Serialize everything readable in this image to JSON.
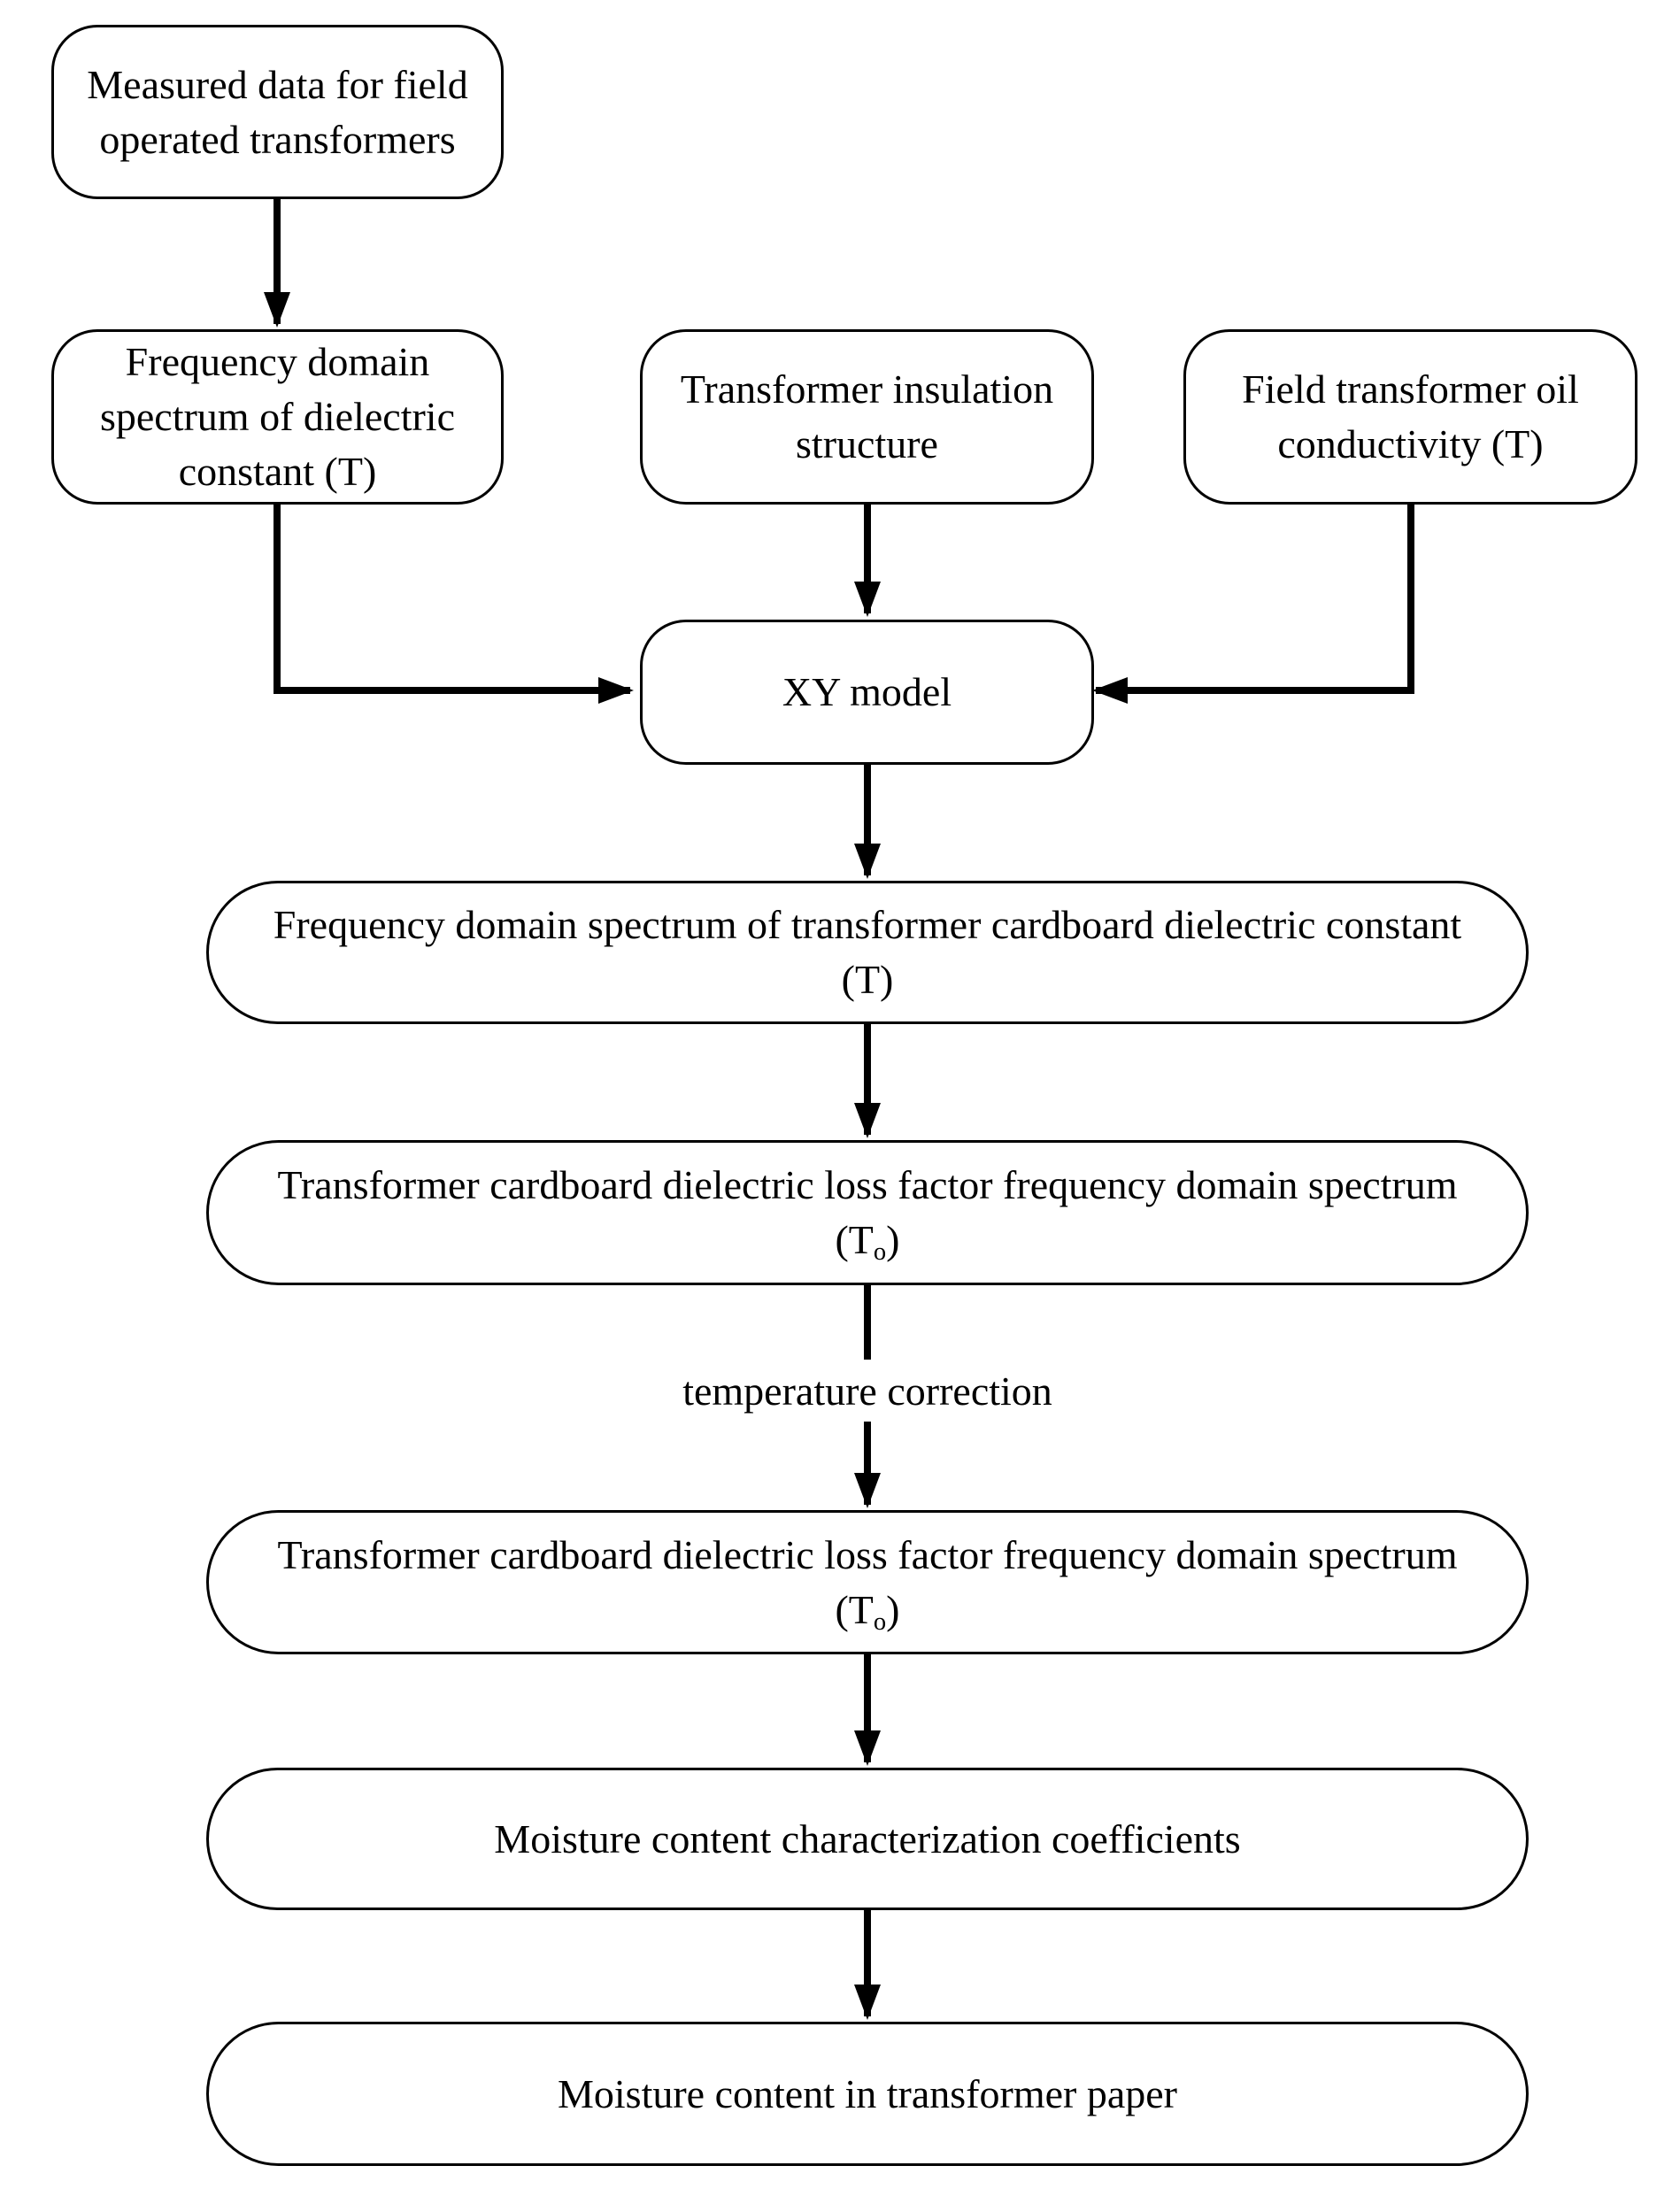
{
  "diagram": {
    "nodes": [
      {
        "id": "measured-data",
        "text": "Measured data for field operated transformers"
      },
      {
        "id": "freq-spectrum-dielectric-constant",
        "text": "Frequency domain spectrum of dielectric constant (T)"
      },
      {
        "id": "insulation-structure",
        "text": "Transformer insulation structure"
      },
      {
        "id": "oil-conductivity",
        "text": "Field transformer oil conductivity (T)"
      },
      {
        "id": "xy-model",
        "text": "XY model"
      },
      {
        "id": "cardboard-dielectric-constant",
        "text": "Frequency domain spectrum of transformer cardboard dielectric constant (T)"
      },
      {
        "id": "loss-factor-spectrum-1",
        "text": "Transformer cardboard dielectric loss factor frequency domain spectrum (T",
        "subscript": "o",
        "suffix": ")"
      },
      {
        "id": "loss-factor-spectrum-2",
        "text": "Transformer cardboard dielectric loss factor frequency domain spectrum (T",
        "subscript": "o",
        "suffix": ")"
      },
      {
        "id": "moisture-coefficients",
        "text": "Moisture content characterization coefficients"
      },
      {
        "id": "moisture-content",
        "text": "Moisture content in transformer paper"
      }
    ],
    "edges": [
      {
        "from": "measured-data",
        "to": "freq-spectrum-dielectric-constant"
      },
      {
        "from": "freq-spectrum-dielectric-constant",
        "to": "xy-model"
      },
      {
        "from": "insulation-structure",
        "to": "xy-model"
      },
      {
        "from": "oil-conductivity",
        "to": "xy-model"
      },
      {
        "from": "xy-model",
        "to": "cardboard-dielectric-constant"
      },
      {
        "from": "cardboard-dielectric-constant",
        "to": "loss-factor-spectrum-1"
      },
      {
        "from": "loss-factor-spectrum-1",
        "to": "loss-factor-spectrum-2",
        "label": "temperature correction"
      },
      {
        "from": "loss-factor-spectrum-2",
        "to": "moisture-coefficients"
      },
      {
        "from": "moisture-coefficients",
        "to": "moisture-content"
      }
    ]
  }
}
